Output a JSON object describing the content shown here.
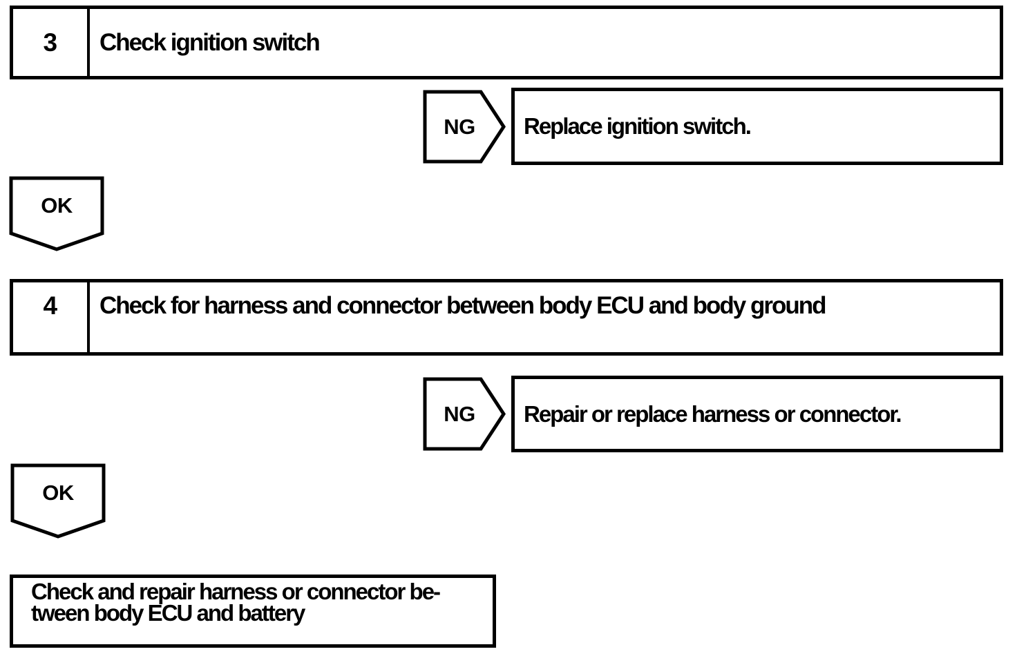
{
  "page": {
    "background_color": "#ffffff",
    "ink_color": "#000000"
  },
  "flowchart": {
    "steps": [
      {
        "number": "3",
        "title": "Check ignition switch",
        "ng_label": "NG",
        "ng_result": "Replace ignition switch.",
        "ok_label": "OK"
      },
      {
        "number": "4",
        "title": "Check for harness and connector between body ECU and body ground",
        "ng_label": "NG",
        "ng_result": "Repair or replace harness or connector.",
        "ok_label": "OK"
      }
    ],
    "final_action": {
      "line1": "Check and repair harness or connector be-",
      "line2": "tween body ECU and battery"
    }
  }
}
